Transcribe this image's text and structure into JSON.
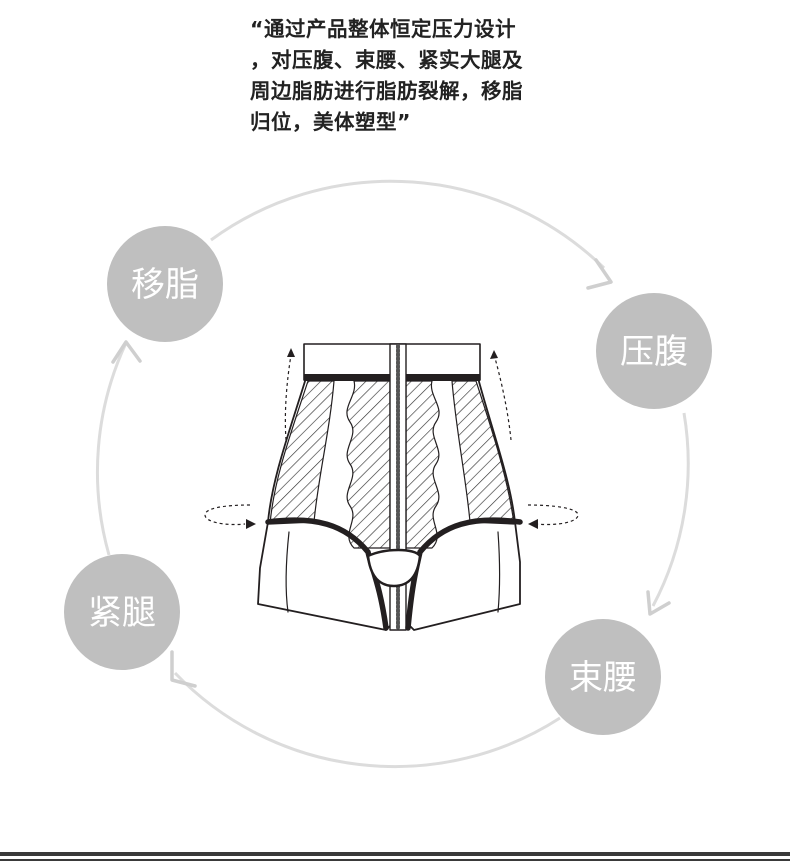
{
  "quote": {
    "lines": [
      "“通过产品整体恒定压力设计",
      "，对压腹、束腰、紧实大腿及",
      "周边脂肪进行脂肪裂解，移脂",
      "归位，美体塑型”"
    ]
  },
  "cycle": {
    "stage_1": "移脂",
    "stage_2": "压腹",
    "stage_3": "束腰",
    "stage_4": "紧腿"
  },
  "colors": {
    "bubble": "#bfbfbf",
    "ring": "#dcdcdc",
    "outline": "#231f20",
    "text": "#222222"
  },
  "icons": [
    "shapewear-garment-icon",
    "cycle-arrow-icon",
    "rotation-arrow-icon"
  ]
}
